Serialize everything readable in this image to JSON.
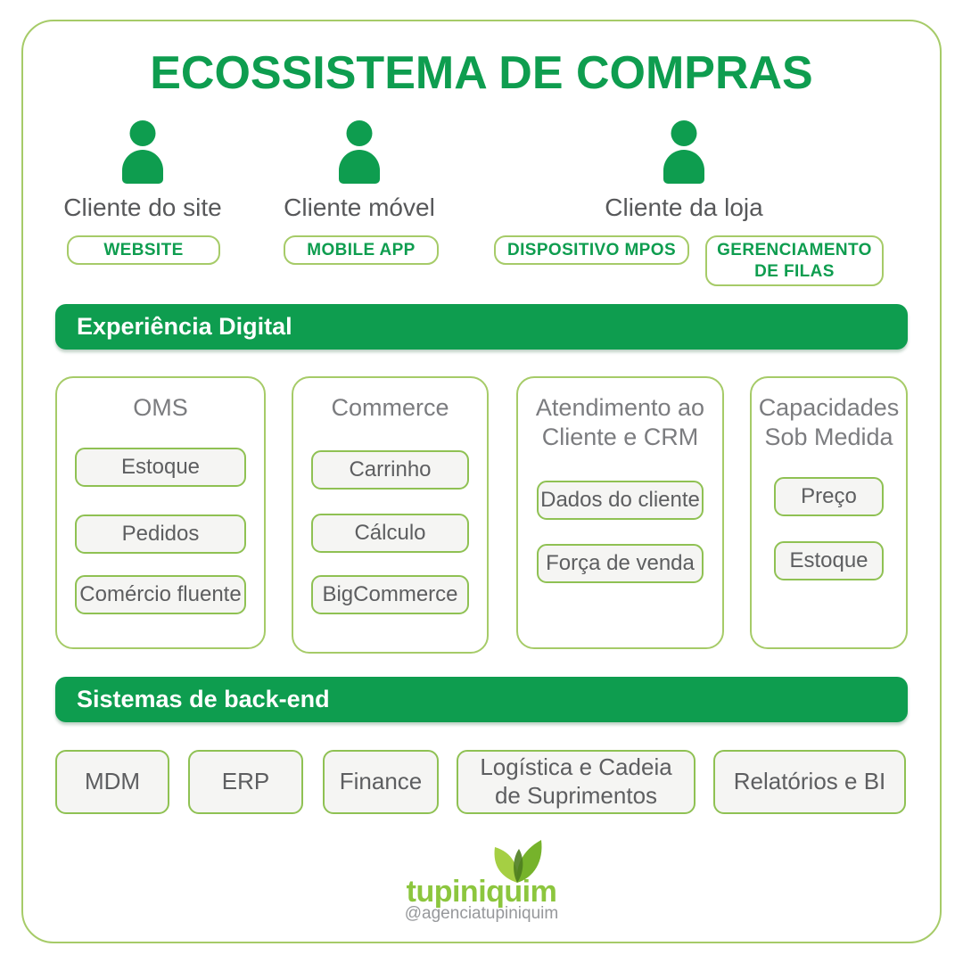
{
  "title": "ECOSSISTEMA DE COMPRAS",
  "clients": [
    {
      "label": "Cliente do site",
      "badges": [
        "WEBSITE"
      ]
    },
    {
      "label": "Cliente móvel",
      "badges": [
        "MOBILE APP"
      ]
    },
    {
      "label": "Cliente da loja",
      "badges": [
        "DISPOSITIVO MPOS",
        "GERENCIAMENTO DE FILAS"
      ]
    }
  ],
  "digital": {
    "header": "Experiência Digital",
    "cards": [
      {
        "title": "OMS",
        "items": [
          "Estoque",
          "Pedidos",
          "Comércio fluente"
        ]
      },
      {
        "title": "Commerce",
        "items": [
          "Carrinho",
          "Cálculo",
          "BigCommerce"
        ]
      },
      {
        "title": "Atendimento ao Cliente e CRM",
        "items": [
          "Dados do cliente",
          "Força de venda"
        ]
      },
      {
        "title": "Capacidades Sob Medida",
        "items": [
          "Preço",
          "Estoque"
        ]
      }
    ]
  },
  "backend": {
    "header": "Sistemas de back-end",
    "items": [
      "MDM",
      "ERP",
      "Finance",
      "Logística e Cadeia de Suprimentos",
      "Relatórios e BI"
    ]
  },
  "footer": {
    "brand": "tupiniquim",
    "handle": "@agenciatupiniquim"
  },
  "colors": {
    "green": "#0e9d4f",
    "olive": "#a6cb68",
    "chip_border": "#8fc153",
    "chip_bg": "#f5f5f3",
    "title_gray": "#7b7c7f",
    "text_gray": "#5d5e60",
    "label_gray": "#57585a",
    "logo_green": "#8cc63e",
    "handle_gray": "#96989b"
  }
}
